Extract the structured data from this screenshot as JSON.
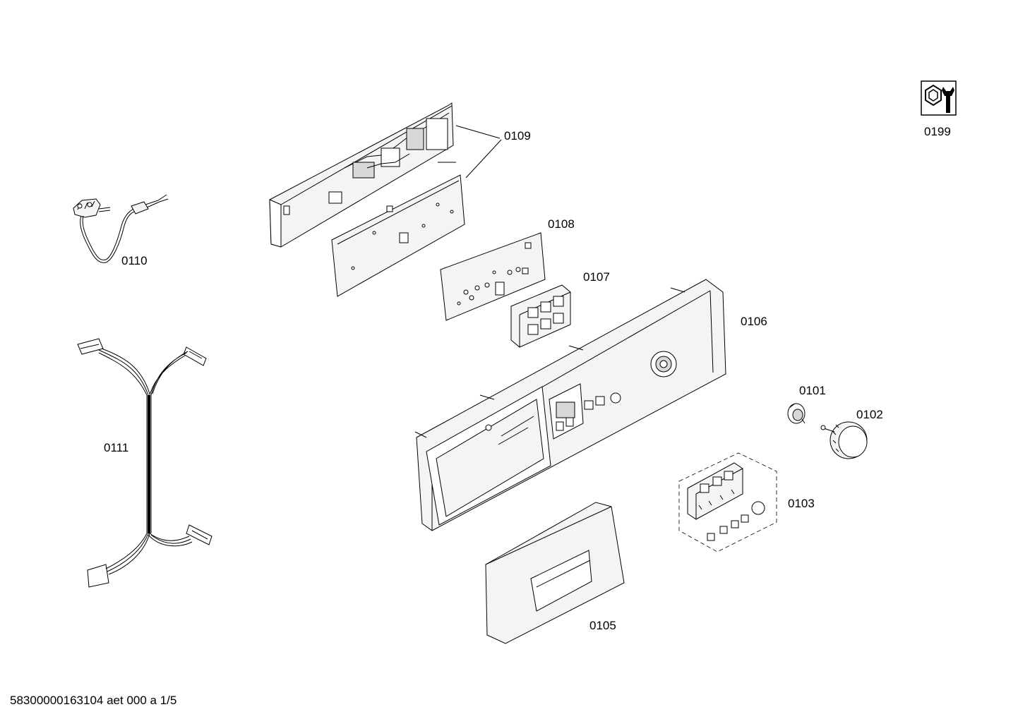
{
  "labels": {
    "p0199": "0199",
    "p0109": "0109",
    "p0110": "0110",
    "p0108": "0108",
    "p0107": "0107",
    "p0106": "0106",
    "p0111": "0111",
    "p0101": "0101",
    "p0102": "0102",
    "p0103": "0103",
    "p0105": "0105"
  },
  "footer": "58300000163104 aet 000 a 1/5",
  "icons": {
    "service": "wrench-nut-icon"
  }
}
